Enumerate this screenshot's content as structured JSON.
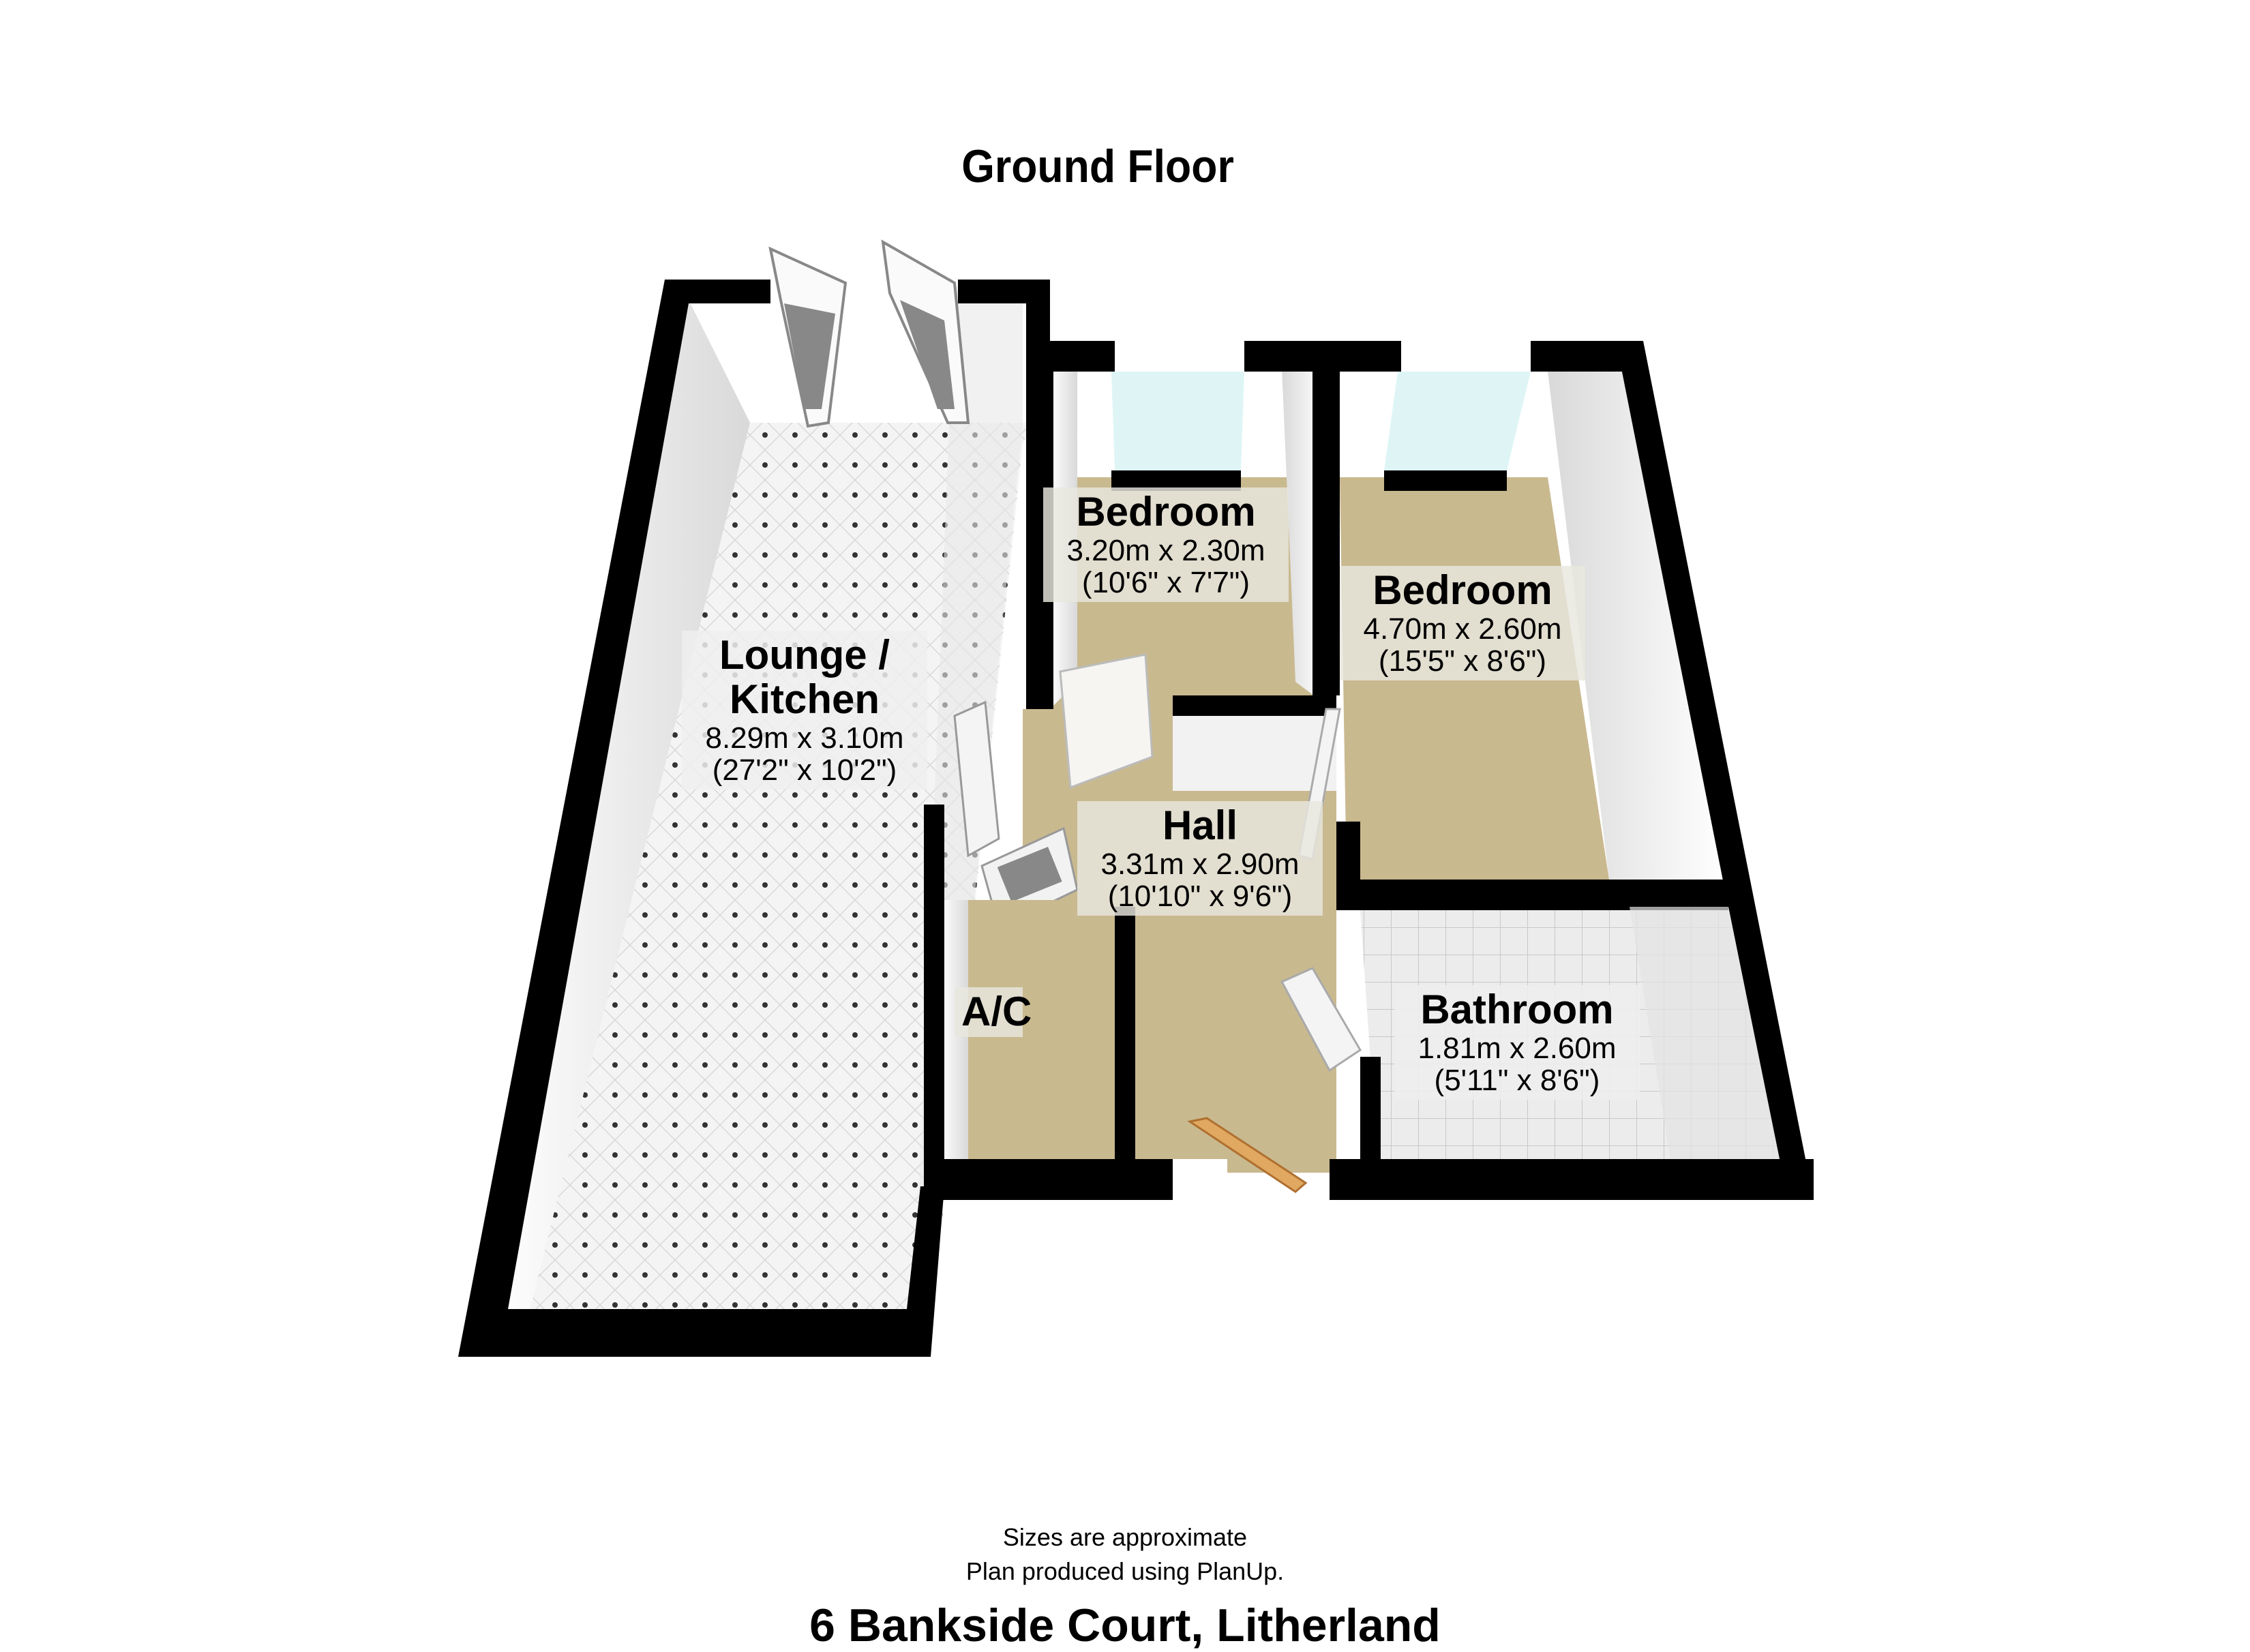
{
  "header": {
    "floor_title": "Ground Floor"
  },
  "rooms": [
    {
      "name": "Lounge / Kitchen",
      "name_line1": "Lounge /",
      "name_line2": "Kitchen",
      "metric": "8.29m x 3.10m",
      "imperial": "(27'2\" x 10'2\")",
      "floor": "white tile with dots"
    },
    {
      "name": "Bedroom",
      "metric": "3.20m x 2.30m",
      "imperial": "(10'6\" x 7'7\")",
      "floor": "beige carpet"
    },
    {
      "name": "Bedroom",
      "metric": "4.70m x 2.60m",
      "imperial": "(15'5\" x 8'6\")",
      "floor": "beige carpet"
    },
    {
      "name": "Hall",
      "metric": "3.31m x 2.90m",
      "imperial": "(10'10\" x 9'6\")",
      "floor": "beige carpet"
    },
    {
      "name": "A/C",
      "floor": "beige carpet"
    },
    {
      "name": "Bathroom",
      "metric": "1.81m x 2.60m",
      "imperial": "(5'11\" x 8'6\")",
      "floor": "grey tile"
    }
  ],
  "footer": {
    "note_line1": "Sizes are approximate",
    "note_line2": "Plan produced using PlanUp.",
    "address": "6 Bankside Court, Litherland"
  },
  "colors": {
    "wall": "#000000",
    "wall_face": "#f4f4f4",
    "carpet": "#c9b98f",
    "tile": "#f2f2f2",
    "bath_tile": "#e6e6e6",
    "window_glass": "#dff5f5",
    "stair_wood": "#e0a860"
  }
}
